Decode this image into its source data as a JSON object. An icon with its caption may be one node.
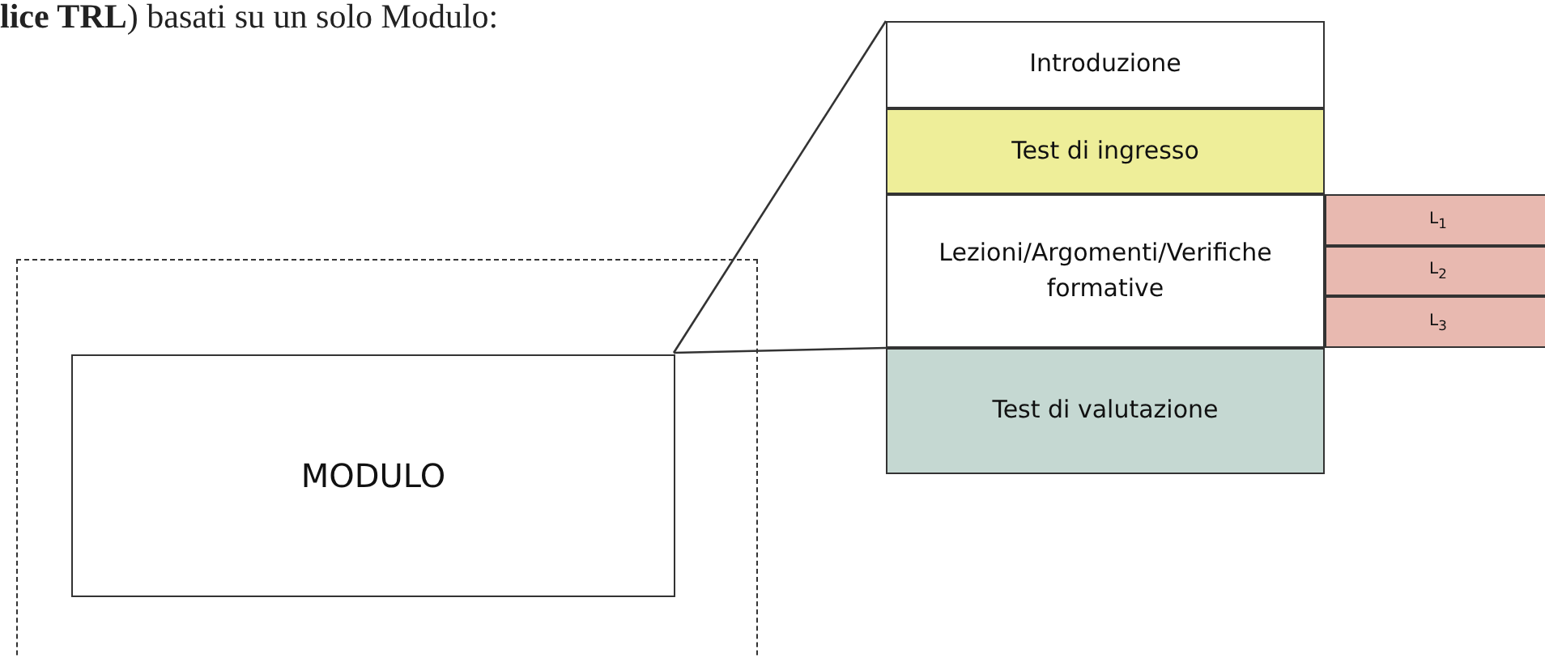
{
  "diagram": {
    "nodes": [
      {
        "text": [],
        "shape": "box"
      },
      {
        "text": [
          "MODULO"
        ],
        "in": 0
      },
      {
        "text": [
          "Introduzione"
        ]
      },
      {
        "text": [
          "Test di ingresso"
        ]
      },
      {
        "text": [
          "Lezioni/Argomenti/Verifiche formative"
        ]
      },
      {
        "text": [
          "Test di valutazione"
        ]
      },
      {
        "text": [
          "L$_{1}$"
        ]
      },
      {
        "text": [
          "L$_{2}$"
        ]
      },
      {
        "text": [
          "L$_{3}$"
        ]
      }
    ],
    "edges": [
      {
        "from": 1,
        "to": 2,
        "arrow": "none"
      },
      {
        "from": 1,
        "to": 5,
        "arrow": "none"
      }
    ],
    "labels": [
      "**lice TRL**) basati su un solo Modulo:"
    ]
  }
}
